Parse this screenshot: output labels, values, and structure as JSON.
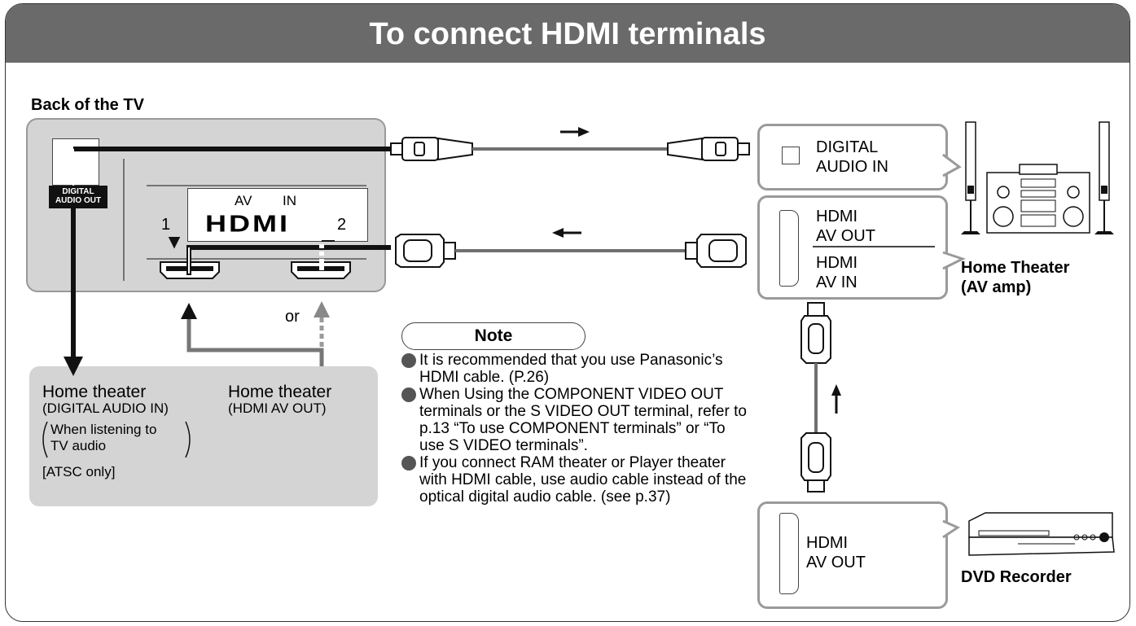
{
  "title": "To connect HDMI terminals",
  "tv": {
    "heading": "Back of the TV",
    "digital_audio_out_tag": "DIGITAL AUDIO OUT",
    "av_label": "AV",
    "in_label": "IN",
    "hdmi_logo": "HDMI",
    "port_1": "1",
    "port_2": "2",
    "or_text": "or"
  },
  "callout": {
    "left_title": "Home theater",
    "left_sub": "(DIGITAL AUDIO IN)",
    "left_note_line1": "When listening to",
    "left_note_line2": "TV audio",
    "left_atsc": "[ATSC only]",
    "right_title": "Home theater",
    "right_sub": "(HDMI AV OUT)"
  },
  "home_theater": {
    "digital_audio_in_line1": "DIGITAL",
    "digital_audio_in_line2": "AUDIO IN",
    "hdmi_av_out_line1": "HDMI",
    "hdmi_av_out_line2": "AV OUT",
    "hdmi_av_in_line1": "HDMI",
    "hdmi_av_in_line2": "AV IN",
    "label_line1": "Home Theater",
    "label_line2": "(AV amp)"
  },
  "dvd": {
    "hdmi_av_out_line1": "HDMI",
    "hdmi_av_out_line2": "AV OUT",
    "label": "DVD Recorder"
  },
  "note": {
    "heading": "Note",
    "items": [
      "It is recommended that you use Panasonic’s HDMI cable. (P.26)",
      "When Using the COMPONENT VIDEO OUT terminals or the S VIDEO OUT terminal, refer to p.13 “To use COMPONENT terminals” or “To use S VIDEO terminals”.",
      "If you connect RAM theater or Player theater with HDMI cable, use audio cable instead of the optical digital audio cable. (see p.37)"
    ]
  },
  "colors": {
    "title_bar": "#6a6a6a",
    "panel_grey": "#d4d4d4",
    "cable": "#707070",
    "bullet": "#555555"
  }
}
